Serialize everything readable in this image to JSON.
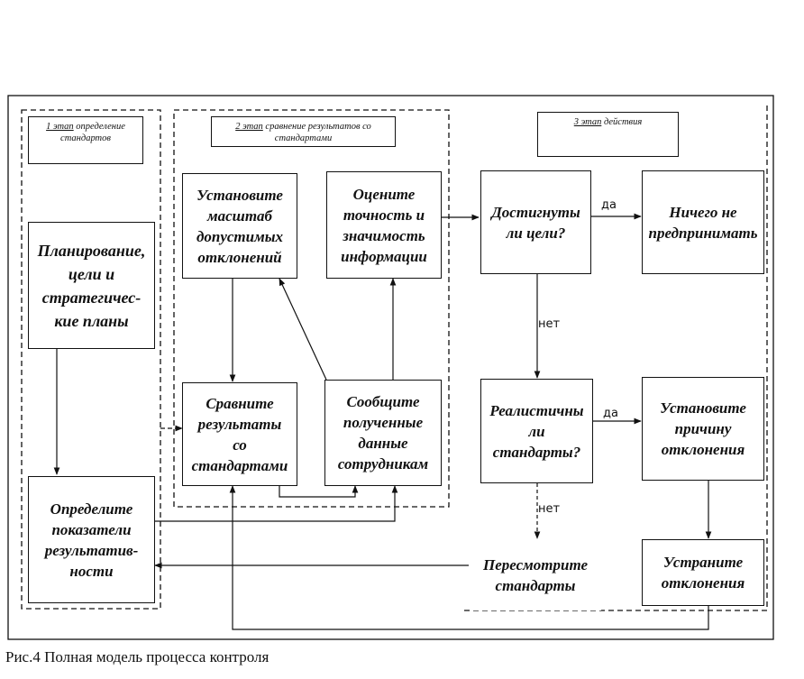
{
  "stages": {
    "stage1": {
      "num": "1 этап",
      "text": " определение стандартов"
    },
    "stage2": {
      "num": "2 этап",
      "text": " сравнение результатов со стандартами"
    },
    "stage3": {
      "num": "3 этап",
      "text": " действия"
    }
  },
  "boxes": {
    "planning": "Планирование, цели и стратегичес-кие планы",
    "indicators": "Определите показатели результатив-ности",
    "scale": "Установите масштаб допустимых отклонений",
    "accuracy": "Оцените точность и значимость информации",
    "compare": "Сравните результаты со стандартами",
    "report": "Сообщите полученные данные сотрудникам",
    "goals": "Достигнуты ли цели?",
    "nothing": "Ничего не предпринимать",
    "realistic": "Реалистичны ли стандарты?",
    "cause": "Установите причину отклонения",
    "revise": "Пересмотрите стандарты",
    "eliminate": "Устраните отклонения"
  },
  "labels": {
    "yes": "да",
    "no": "нет"
  },
  "caption": {
    "num": "Рис.4",
    "text": " Полная модель процесса контроля"
  }
}
